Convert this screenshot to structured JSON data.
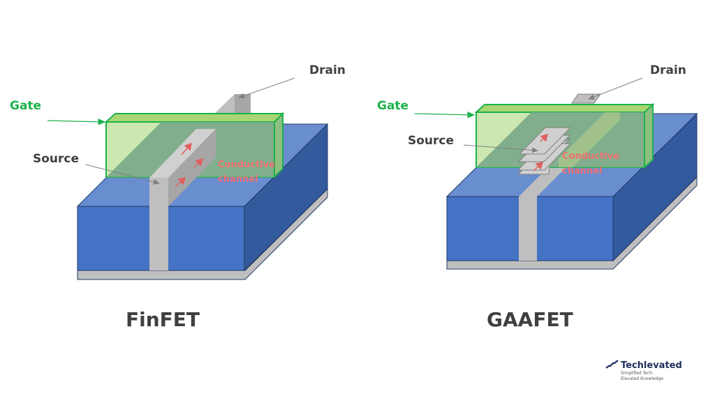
{
  "diagrams": [
    {
      "title": "FinFET",
      "labels": {
        "gate": "Gate",
        "source": "Source",
        "drain": "Drain",
        "channel_line1": "Conductive",
        "channel_line2": "channel"
      }
    },
    {
      "title": "GAAFET",
      "labels": {
        "gate": "Gate",
        "source": "Source",
        "drain": "Drain",
        "channel_line1": "Conductive",
        "channel_line2": "channel"
      }
    }
  ],
  "brand": {
    "name": "Techlevated",
    "tagline_line1": "Simplified Tech.",
    "tagline_line2": "Elevated Knowledge"
  },
  "colors": {
    "substrate_front": "#4472c4",
    "substrate_top": "#698ed0",
    "substrate_side": "#335a9c",
    "fin_gray": "#bfbfbf",
    "gate_green": "#1cb24b",
    "channel_red": "#f07070"
  }
}
